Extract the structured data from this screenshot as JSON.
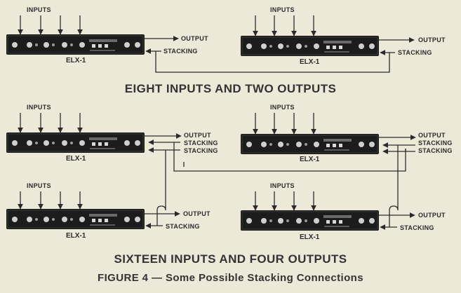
{
  "labels": {
    "inputs": "INPUTS",
    "output": "OUTPUT",
    "stacking": "STACKING",
    "device": "ELX-1"
  },
  "headings": {
    "section1": "EIGHT INPUTS AND TWO OUTPUTS",
    "section2": "SIXTEEN INPUTS AND FOUR OUTPUTS",
    "caption": "FIGURE 4 — Some Possible Stacking Connections"
  },
  "colors": {
    "background": "#ece9d8",
    "line": "#2b2b2b",
    "device_body": "#1c1c1c"
  }
}
